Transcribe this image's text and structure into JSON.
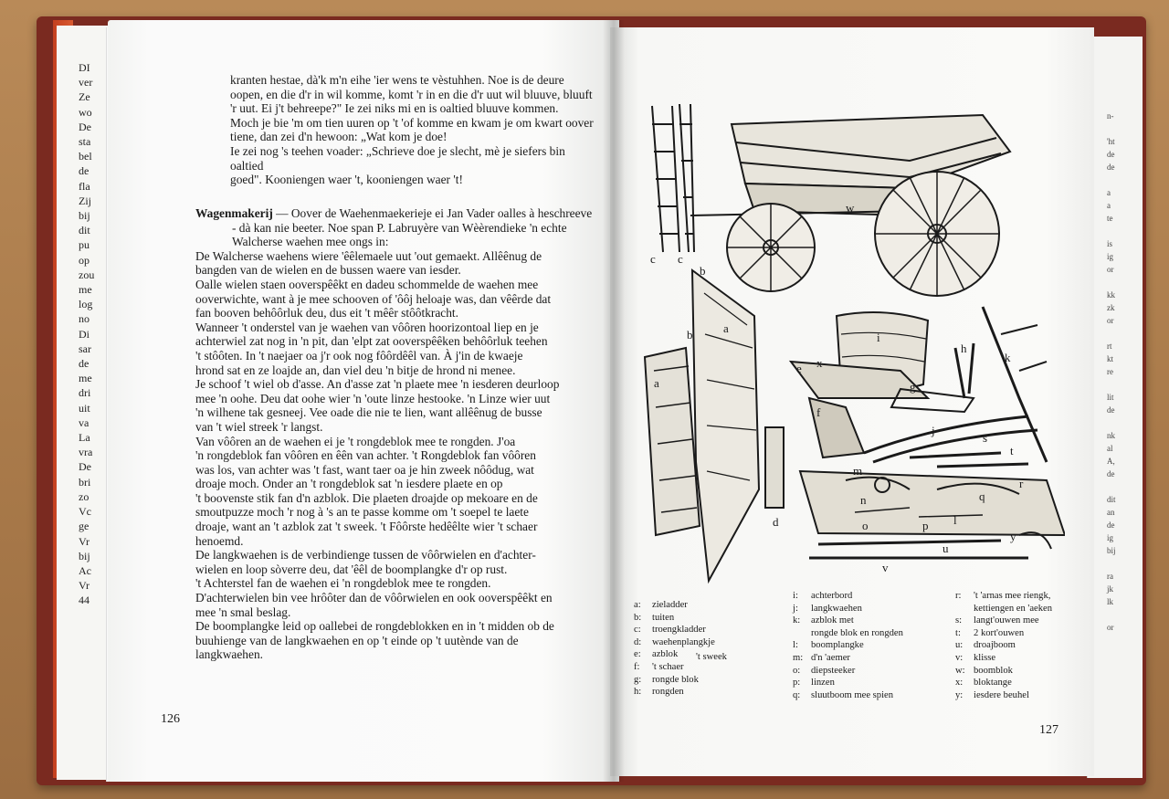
{
  "left_page": {
    "paragraphs": [
      "kranten hestae, dà'k m'n eihe 'ier wens te vèstuhhen. Noe is de deure",
      "oopen, en die d'r in wil komme, komt 'r in en die d'r uut wil bluuve, bluuft",
      "'r uut. Ei j't behreepe?\" Ie zei niks mi en is oaltied bluuve kommen.",
      "Moch je bie 'm om tien uuren op 't 'of komme en kwam je om kwart oover",
      "tiene, dan zei d'n hewoon: „Wat kom je doe!",
      "Ie zei nog 's teehen voader: „Schrieve doe je slecht, mè je siefers bin oaltied",
      "goed\". Kooniengen waer 't, kooniengen waer 't!"
    ],
    "section_head": "Wagenmakerij",
    "section_lines": [
      "— Oover de Waehenmaekerieje ei Jan Vader oalles à heschreeve",
      "- dà kan nie beeter. Noe span P. Labruyère van Wèèrendieke 'n echte",
      "Walcherse waehen mee ongs in:",
      "De Walcherse waehens wiere 'êêlemaele uut 'out gemaekt. Allêênug de",
      "bangden van de wielen en de bussen waere van iesder.",
      "Oalle wielen staen ooverspêêkt en dadeu schommelde de waehen mee",
      "ooverwichte, want à je mee schooven of 'ôôj heloaje was, dan vêêrde dat",
      "fan booven behôôrluk deu, dus eit 't mêêr stôôtkracht.",
      "Wanneer 't onderstel van je waehen van vôôren hoorizontoal liep en je",
      "achterwiel zat nog in 'n pit, dan 'elpt zat ooverspêêken behôôrluk teehen",
      "'t stôôten. In 't naejaer oa j'r ook nog fôôrdêêl van. À j'in de kwaeje",
      "hrond sat en ze loajde an, dan viel deu 'n bitje de hrond ni menee.",
      "Je schoof 't wiel ob d'asse. An d'asse zat 'n plaete mee 'n iesderen deurloop",
      "mee 'n oohe. Deu dat oohe wier 'n 'oute linze hestooke. 'n Linze wier uut",
      "'n wilhene tak gesneej. Vee oade die nie te lien, want allêênug de busse",
      "van 't wiel streek 'r langst.",
      "Van vôôren an de waehen ei je 't rongdeblok  mee te rongden. J'oa",
      "'n rongdeblok fan vôôren en êên van achter. 't Rongdeblok fan vôôren",
      "was los, van achter was 't fast, want taer oa je hin zweek nôôdug, wat",
      "droaje moch. Onder an 't rongdeblok sat 'n iesdere plaete en op",
      "'t boovenste stik fan d'n azblok. Die plaeten droajde op mekoare en de",
      "smoutpuzze moch 'r nog à 's an te passe komme om 't soepel te laete",
      "droaje, want an 't azblok zat 't sweek. 't Fôôrste hedêêlte wier 't schaer",
      "henoemd.",
      "De langkwaehen is de verbindienge tussen de vôôrwielen en d'achter-",
      "wielen en loop sòverre deu, dat 'êêl de boomplangke d'r op rust.",
      "'t Achterstel fan de waehen ei 'n rongdeblok mee te rongden.",
      "D'achterwielen bin vee hrôôter dan de vôôrwielen en ook ooverspêêkt en",
      "mee 'n smal beslag.",
      "De boomplangke leid op oallebei de rongdeblokken en in 't midden ob de",
      "buuhienge van de langkwaehen en op 't einde op 't uutènde van de",
      "langkwaehen."
    ],
    "page_number": "126"
  },
  "under_left_text": "DI\nver\nZe\nwo\nDe\nsta\nbel\nde\nfla\nZij\nbij\ndit\npu\nop\nzou\nme\nlog\nno\nDi\nsar\nde\nme\ndri\nuit\nva\nLa\nvra\nDe\nbri\nzo\nVc\nge\nVr\nbij\nAc\nVr\n44",
  "right_page": {
    "page_number": "127",
    "legend_col1": [
      [
        "a:",
        "zieladder"
      ],
      [
        "b:",
        "tuiten"
      ],
      [
        "c:",
        "troengkladder"
      ],
      [
        "d:",
        "waehenplangkje"
      ],
      [
        "e:",
        "azblok"
      ],
      [
        "f:",
        "'t schaer"
      ],
      [
        "g:",
        "rongde blok"
      ],
      [
        "h:",
        "rongden"
      ]
    ],
    "legend_brace": "'t sweek",
    "legend_col2": [
      [
        "i:",
        "achterbord"
      ],
      [
        "j:",
        "langkwaehen"
      ],
      [
        "k:",
        "azblok met"
      ],
      [
        "",
        "rongde blok en rongden"
      ],
      [
        "l:",
        "boomplangke"
      ],
      [
        "m:",
        "d'n 'aemer"
      ],
      [
        "o:",
        "diepsteeker"
      ],
      [
        "p:",
        "linzen"
      ],
      [
        "q:",
        "sluutboom mee spien"
      ]
    ],
    "legend_col3": [
      [
        "r:",
        "'t 'arnas mee riengk,"
      ],
      [
        "",
        "kettiengen en 'aeken"
      ],
      [
        "s:",
        "langt'ouwen mee"
      ],
      [
        "t:",
        "2 kort'ouwen"
      ],
      [
        "u:",
        "droajboom"
      ],
      [
        "v:",
        "klisse"
      ],
      [
        "w:",
        "boomblok"
      ],
      [
        "x:",
        "bloktange"
      ],
      [
        "y:",
        "iesdere beuhel"
      ]
    ],
    "figure_letters": [
      "c",
      "c",
      "b",
      "b",
      "a",
      "a",
      "d",
      "i",
      "h",
      "k",
      "e",
      "f",
      "g",
      "j",
      "s",
      "t",
      "m",
      "n",
      "o",
      "p",
      "l",
      "q",
      "r",
      "u",
      "v",
      "w",
      "x",
      "y"
    ]
  },
  "under_right_text": "n-\n\n'ht\nde\nde\n\na\na\nte\n\nis\nig\nor\n\nkk\nzk\nor\n\nrt\nkt\nre\n\nlit\nde\n\nnk\nal\nA,\nde\n\ndit\nan\nde\nig\nbij\n\nra\njk\nlk\n\nor"
}
